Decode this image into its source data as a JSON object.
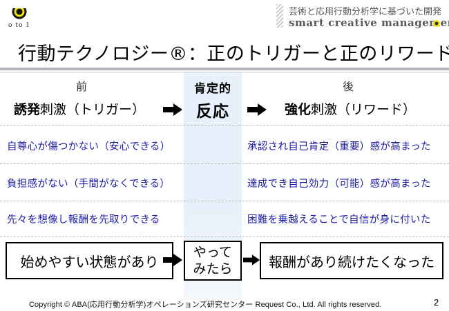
{
  "header": {
    "logo_text": "o to 1",
    "subtitle_jp": "芸術と応用行動分析学に基づいた開発",
    "subtitle_en": "smart creative management"
  },
  "slide": {
    "title": "行動テクノロジー®：正のトリガーと正のリワード",
    "before_label": "前",
    "after_label": "後",
    "middle_label_top": "肯定的",
    "middle_label_bottom": "反応",
    "trigger_bold": "誘発",
    "trigger_rest": "刺激（トリガー）",
    "reward_bold": "強化",
    "reward_rest": "刺激（リワード）",
    "rows": [
      {
        "left": "自尊心が傷つかない（安心できる）",
        "right": "承認され自己肯定（重要）感が高まった"
      },
      {
        "left": "負担感がない（手間がなくできる）",
        "right": "達成でき自己効力（可能）感が高まった"
      },
      {
        "left": "先々を想像し報酬を先取りできる",
        "right": "困難を乗越えることで自信が身に付いた"
      }
    ],
    "bottom": {
      "left_box": "始めやすい状態があり",
      "middle_box_line1": "やって",
      "middle_box_line2": "みたら",
      "right_box": "報酬があり続けたくなった"
    }
  },
  "footer": {
    "copyright": "Copyright ©  ABA(応用行動分析学)オペレーションズ研究センター   Request Co., Ltd. All rights reserved.",
    "page_number": "2"
  },
  "colors": {
    "row_text": "#1a1aa6",
    "middle_column": "#e6effa",
    "logo_yellow": "#f2e300",
    "divider": "#b4b8bc"
  },
  "icons": [
    "logo-circles-icon",
    "arrow-right-icon"
  ]
}
